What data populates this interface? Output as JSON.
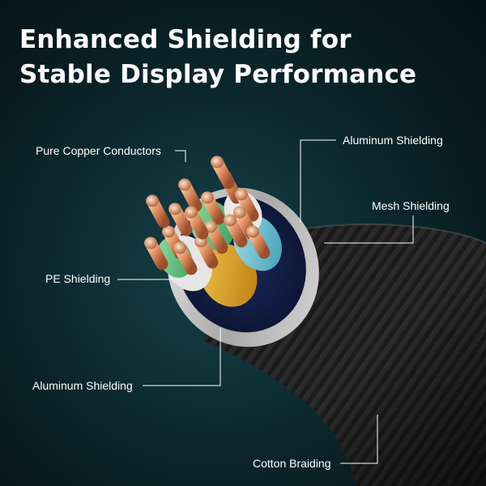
{
  "headline": {
    "line1": "Enhanced Shielding for",
    "line2": "Stable Display Performance"
  },
  "callouts": {
    "pure_copper_conductors": "Pure Copper Conductors",
    "aluminum_shielding_top": "Aluminum Shielding",
    "mesh_shielding": "Mesh Shielding",
    "pe_shielding": "PE Shielding",
    "aluminum_shielding_bottom": "Aluminum Shielding",
    "cotton_braiding": "Cotton Braiding"
  },
  "colors": {
    "background": "#0d2b31",
    "text": "#ffffff",
    "copper": "#d9865a",
    "cable_jacket": "#1a1a1a",
    "foil": "#c9c9c9",
    "pair_gold": "#e0a52a",
    "pair_green": "#4fbf7a",
    "pair_teal": "#5fb8c9"
  }
}
